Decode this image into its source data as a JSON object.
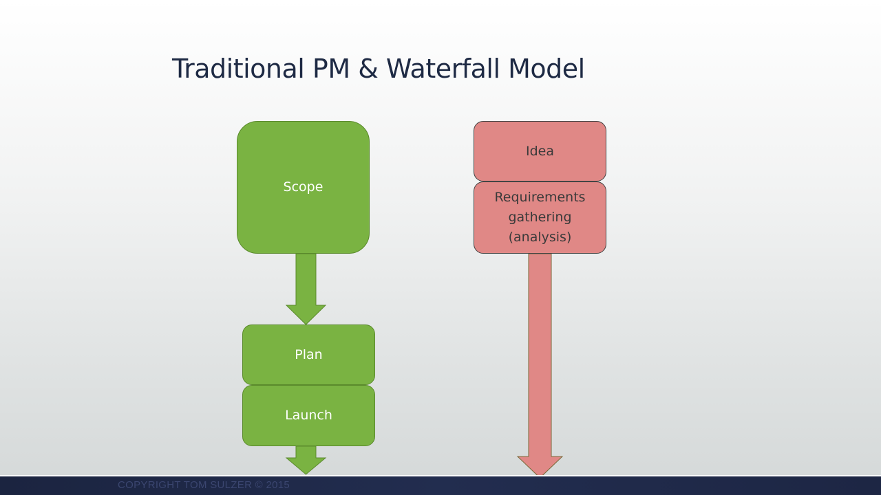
{
  "slide": {
    "title": "Traditional PM & Waterfall Model",
    "footer": "COPYRIGHT TOM SULZER © 2015"
  },
  "diagram": {
    "left_flow": {
      "color": "#7ab342",
      "nodes": [
        {
          "id": "scope",
          "label": "Scope"
        },
        {
          "id": "plan",
          "label": "Plan"
        },
        {
          "id": "launch",
          "label": "Launch"
        }
      ]
    },
    "right_flow": {
      "color": "#e08886",
      "nodes": [
        {
          "id": "idea",
          "label": "Idea"
        },
        {
          "id": "requirements",
          "label": "Requirements gathering (analysis)"
        }
      ]
    }
  }
}
